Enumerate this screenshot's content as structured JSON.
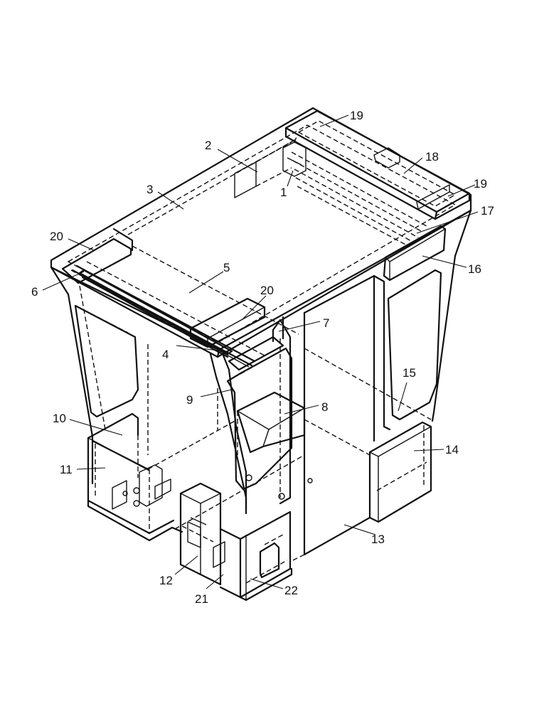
{
  "callouts": [
    {
      "id": "c1",
      "text": "1"
    },
    {
      "id": "c2",
      "text": "2"
    },
    {
      "id": "c3",
      "text": "3"
    },
    {
      "id": "c4",
      "text": "4"
    },
    {
      "id": "c5",
      "text": "5"
    },
    {
      "id": "c6",
      "text": "6"
    },
    {
      "id": "c7",
      "text": "7"
    },
    {
      "id": "c8",
      "text": "8"
    },
    {
      "id": "c9",
      "text": "9"
    },
    {
      "id": "c10",
      "text": "10"
    },
    {
      "id": "c11",
      "text": "11"
    },
    {
      "id": "c12",
      "text": "12"
    },
    {
      "id": "c13",
      "text": "13"
    },
    {
      "id": "c14",
      "text": "14"
    },
    {
      "id": "c15",
      "text": "15"
    },
    {
      "id": "c16",
      "text": "16"
    },
    {
      "id": "c17",
      "text": "17"
    },
    {
      "id": "c18",
      "text": "18"
    },
    {
      "id": "c19a",
      "text": "19"
    },
    {
      "id": "c19b",
      "text": "19"
    },
    {
      "id": "c20a",
      "text": "20"
    },
    {
      "id": "c20b",
      "text": "20"
    },
    {
      "id": "c21",
      "text": "21"
    },
    {
      "id": "c22",
      "text": "22"
    }
  ]
}
